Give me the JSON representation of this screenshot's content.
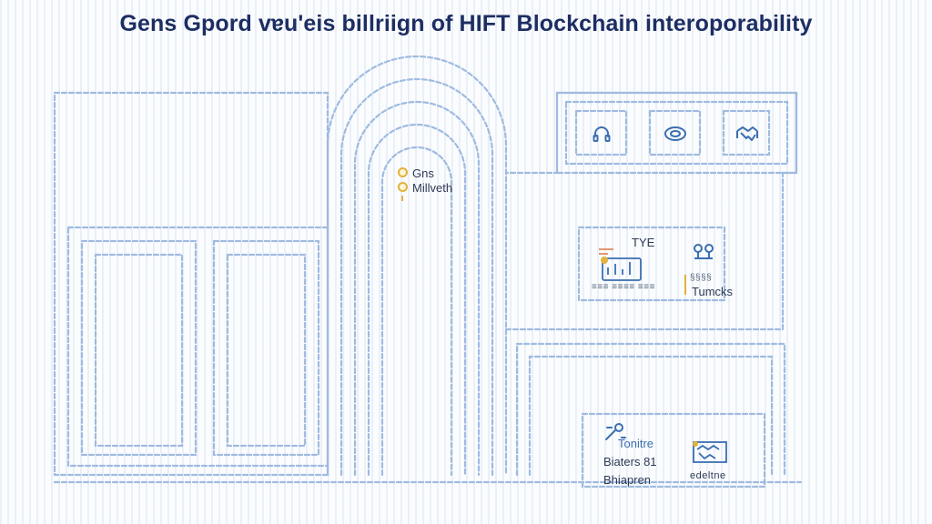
{
  "title": "Gens Gpord vɐu'eis billriign of HIFT Blockchain interoporability",
  "legend": {
    "items": [
      {
        "label": "Gns"
      },
      {
        "label": "Millveth"
      }
    ]
  },
  "panel_mid": {
    "header": "TYE",
    "left_caption": "≡≡≡ ≡≡≡≡ ≡≡≡",
    "right_line1": "§§§§",
    "right_line2": "Tumcks"
  },
  "panel_bottom": {
    "left_line1": "Tonitre",
    "left_line2": "Biaters 81",
    "left_line3": "Bhiapren",
    "right_caption": "edeltne"
  },
  "colors": {
    "line": "#9fbbe0",
    "accent": "#e2b33c",
    "title": "#1d2e63",
    "icon": "#3b6fb0"
  },
  "icons": {
    "top_row": [
      "headset-icon",
      "coin-icon",
      "handshake-icon"
    ],
    "mid_left": "dashboard-icon",
    "mid_right": "network-icon",
    "bottom_left": "wrench-icon",
    "bottom_right": "handshake-icon"
  }
}
